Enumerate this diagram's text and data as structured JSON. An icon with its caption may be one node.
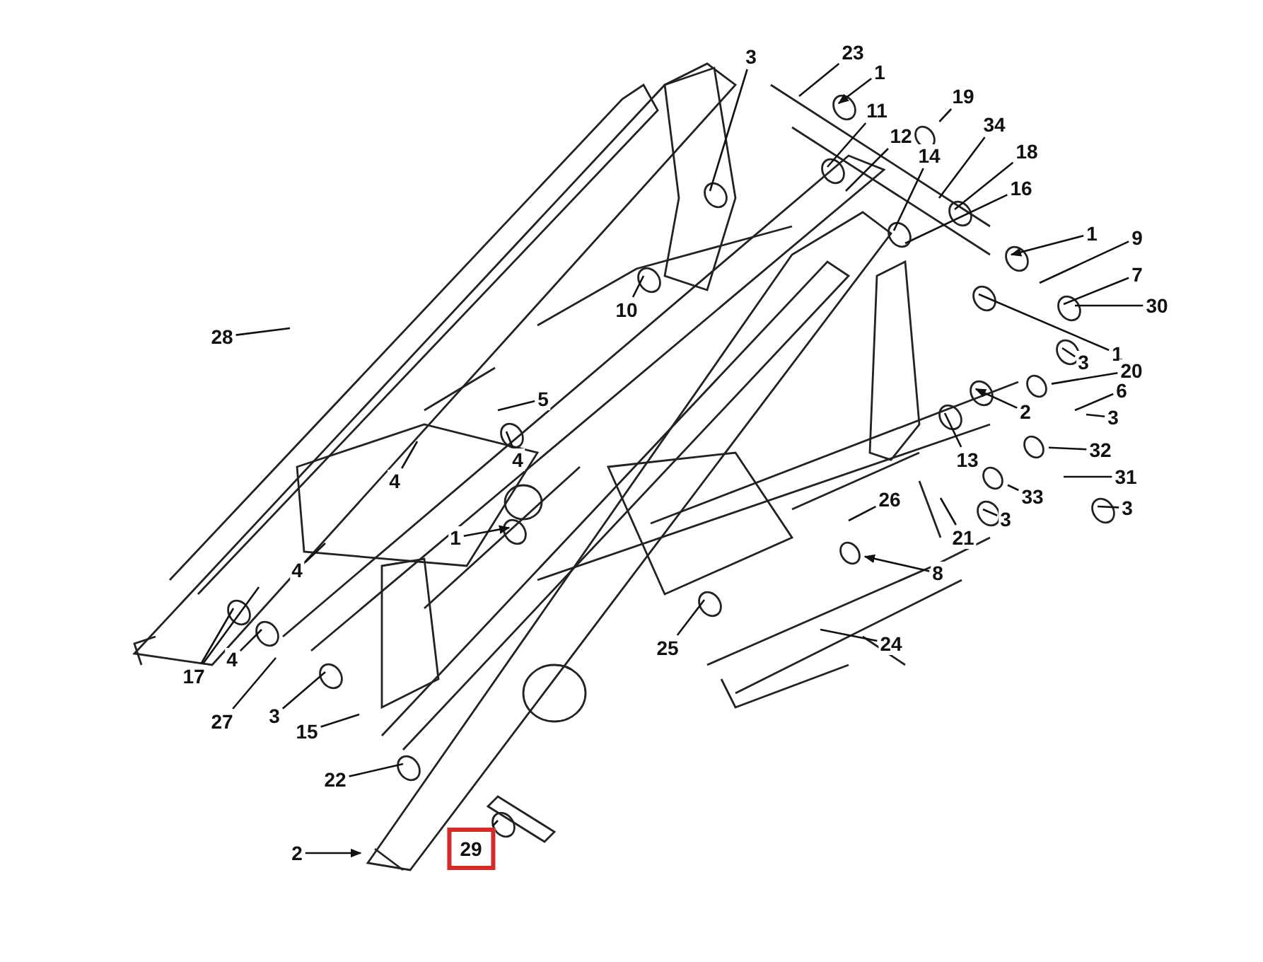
{
  "diagram": {
    "nodes": [
      {
        "text": [
          "3"
        ]
      },
      {
        "text": [
          "23"
        ]
      },
      {
        "text": [
          "1"
        ]
      },
      {
        "text": [
          "19"
        ]
      },
      {
        "text": [
          "11"
        ]
      },
      {
        "text": [
          "12"
        ]
      },
      {
        "text": [
          "14"
        ]
      },
      {
        "text": [
          "34"
        ]
      },
      {
        "text": [
          "18"
        ]
      },
      {
        "text": [
          "16"
        ]
      },
      {
        "text": [
          "1"
        ]
      },
      {
        "text": [
          "9"
        ]
      },
      {
        "text": [
          "7"
        ]
      },
      {
        "text": [
          "30"
        ]
      },
      {
        "text": [
          "10"
        ]
      },
      {
        "text": [
          "28"
        ]
      },
      {
        "text": [
          "1"
        ]
      },
      {
        "text": [
          "20"
        ]
      },
      {
        "text": [
          "3"
        ]
      },
      {
        "text": [
          "6"
        ]
      },
      {
        "text": [
          "2"
        ]
      },
      {
        "text": [
          "3"
        ]
      },
      {
        "text": [
          "32"
        ]
      },
      {
        "text": [
          "31"
        ]
      },
      {
        "text": [
          "13"
        ]
      },
      {
        "text": [
          "33"
        ]
      },
      {
        "text": [
          "3"
        ]
      },
      {
        "text": [
          "21"
        ]
      },
      {
        "text": [
          "3"
        ]
      },
      {
        "text": [
          "26"
        ]
      },
      {
        "text": [
          "8"
        ]
      },
      {
        "text": [
          "5"
        ]
      },
      {
        "text": [
          "4"
        ]
      },
      {
        "text": [
          "4"
        ]
      },
      {
        "text": [
          "1"
        ]
      },
      {
        "text": [
          "4"
        ]
      },
      {
        "text": [
          "17"
        ]
      },
      {
        "text": [
          "4"
        ]
      },
      {
        "text": [
          "27"
        ]
      },
      {
        "text": [
          "3"
        ]
      },
      {
        "text": [
          "15"
        ]
      },
      {
        "text": [
          "25"
        ]
      },
      {
        "text": [
          "24"
        ]
      },
      {
        "text": [
          "22"
        ]
      },
      {
        "text": [
          "2"
        ]
      },
      {
        "text": [
          "29"
        ]
      },
      {
        "text": [],
        "shape": "circle"
      },
      {
        "text": [],
        "shape": "circle"
      },
      {
        "text": [],
        "shape": "circle"
      },
      {
        "text": [],
        "shape": "circle"
      },
      {
        "text": [],
        "shape": "circle"
      }
    ],
    "edges": [
      {
        "from": 0,
        "to": null,
        "arrow": "none"
      },
      {
        "from": 1,
        "to": null,
        "arrow": "none"
      },
      {
        "from": 2,
        "to": null,
        "arrow": "to"
      },
      {
        "from": 3,
        "to": 46,
        "arrow": "none"
      },
      {
        "from": 4,
        "to": null,
        "arrow": "none"
      },
      {
        "from": 5,
        "to": null,
        "arrow": "none"
      },
      {
        "from": 6,
        "to": null,
        "arrow": "none"
      },
      {
        "from": 7,
        "to": null,
        "arrow": "none"
      },
      {
        "from": 8,
        "to": null,
        "arrow": "none"
      },
      {
        "from": 9,
        "to": null,
        "arrow": "none"
      },
      {
        "from": 10,
        "to": null,
        "arrow": "to"
      },
      {
        "from": 11,
        "to": null,
        "arrow": "none"
      },
      {
        "from": 12,
        "to": null,
        "arrow": "none"
      },
      {
        "from": 13,
        "to": null,
        "arrow": "none"
      },
      {
        "from": 14,
        "to": null,
        "arrow": "none"
      },
      {
        "from": 15,
        "to": null,
        "arrow": "none"
      },
      {
        "from": 16,
        "to": null,
        "arrow": "none"
      },
      {
        "from": 17,
        "to": 47,
        "arrow": "none"
      },
      {
        "from": 18,
        "to": null,
        "arrow": "none"
      },
      {
        "from": 19,
        "to": null,
        "arrow": "none"
      },
      {
        "from": 20,
        "to": null,
        "arrow": "to"
      },
      {
        "from": 21,
        "to": null,
        "arrow": "none"
      },
      {
        "from": 22,
        "to": 48,
        "arrow": "none"
      },
      {
        "from": 23,
        "to": null,
        "arrow": "none"
      },
      {
        "from": 24,
        "to": null,
        "arrow": "none"
      },
      {
        "from": 25,
        "to": 49,
        "arrow": "none"
      },
      {
        "from": 26,
        "to": null,
        "arrow": "none"
      },
      {
        "from": 27,
        "to": null,
        "arrow": "none"
      },
      {
        "from": 28,
        "to": null,
        "arrow": "none"
      },
      {
        "from": 29,
        "to": null,
        "arrow": "none"
      },
      {
        "from": 30,
        "to": 50,
        "arrow": "to"
      },
      {
        "from": 31,
        "to": null,
        "arrow": "none"
      },
      {
        "from": 32,
        "to": null,
        "arrow": "none"
      },
      {
        "from": 33,
        "to": null,
        "arrow": "none"
      },
      {
        "from": 34,
        "to": null,
        "arrow": "to"
      },
      {
        "from": 35,
        "to": null,
        "arrow": "none"
      },
      {
        "from": 36,
        "to": null,
        "arrow": "none"
      },
      {
        "from": 36,
        "to": null,
        "arrow": "none"
      },
      {
        "from": 37,
        "to": null,
        "arrow": "none"
      },
      {
        "from": 38,
        "to": null,
        "arrow": "none"
      },
      {
        "from": 39,
        "to": null,
        "arrow": "none"
      },
      {
        "from": 40,
        "to": null,
        "arrow": "none"
      },
      {
        "from": 41,
        "to": null,
        "arrow": "none"
      },
      {
        "from": 42,
        "to": null,
        "arrow": "none"
      },
      {
        "from": 43,
        "to": null,
        "arrow": "none"
      },
      {
        "from": 44,
        "to": null,
        "arrow": "to"
      },
      {
        "from": 45,
        "to": null,
        "arrow": "none"
      }
    ]
  }
}
